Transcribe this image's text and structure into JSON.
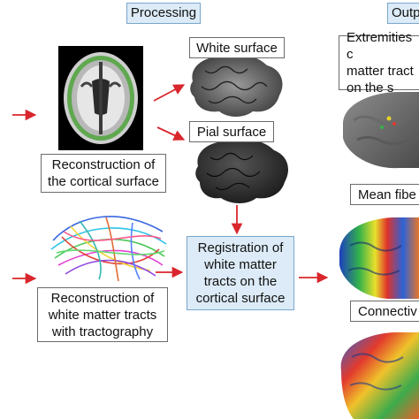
{
  "headers": {
    "processing": "Processing",
    "output": "Outp"
  },
  "boxes": {
    "reconstruction_cortical": "Reconstruction of\nthe cortical surface",
    "white_surface": "White surface",
    "pial_surface": "Pial surface",
    "reconstruction_tracts": "Reconstruction of\nwhite matter tracts\nwith tractography",
    "registration": "Registration of\nwhite matter\ntracts on the\ncortical surface",
    "extremities": "Extremities c\nmatter tract\non the s",
    "mean_fiber": "Mean fibe",
    "connectivity": "Connectiv"
  },
  "colors": {
    "arrow": "#d9262c",
    "header_fill": "#dcebf7",
    "header_border": "#7aa6cc"
  }
}
